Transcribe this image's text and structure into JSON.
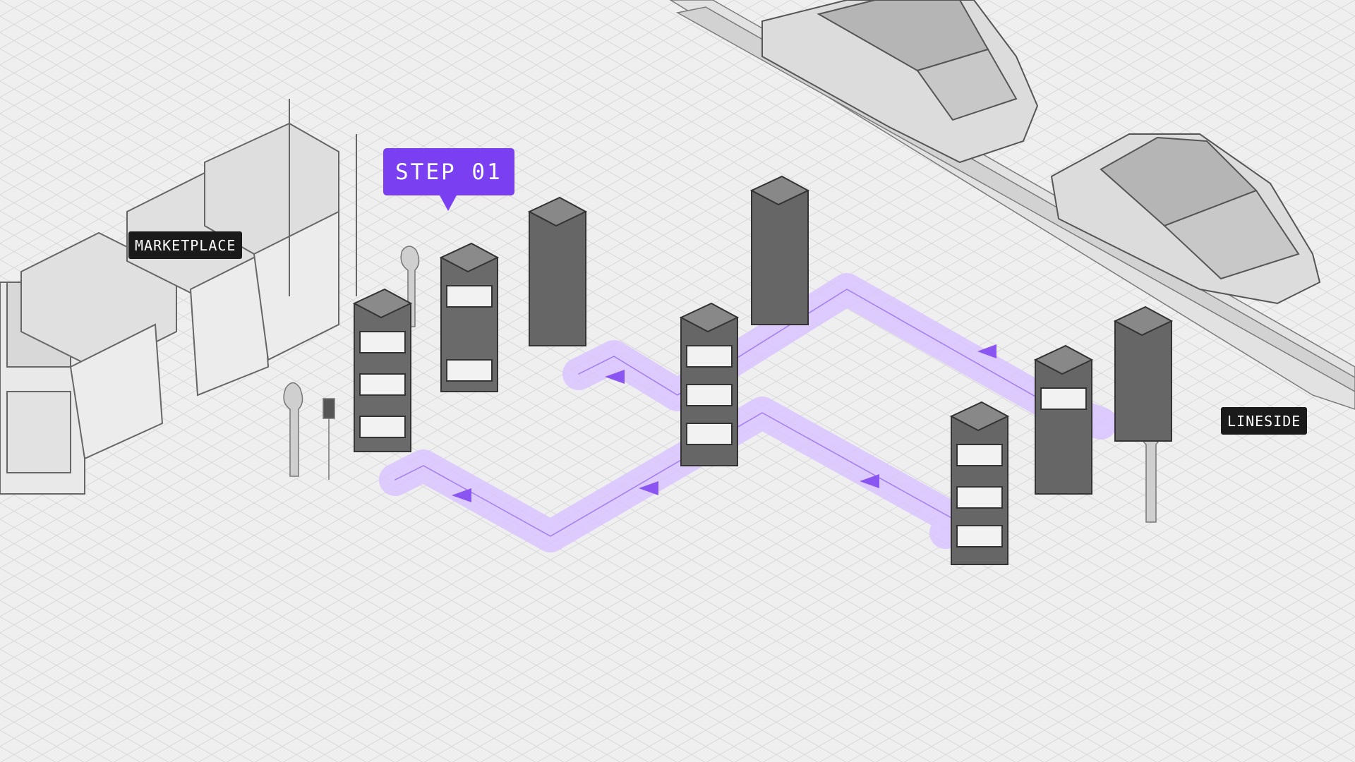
{
  "labels": {
    "step": "STEP 01",
    "marketplace": "MARKETPLACE",
    "lineside": "LINESIDE"
  },
  "colors": {
    "accent": "#7b3ff2",
    "path_fill": "#d9c4ff",
    "tag_dark": "#1a1a1a",
    "floor": "#efefef",
    "cart_dark": "#555555"
  }
}
